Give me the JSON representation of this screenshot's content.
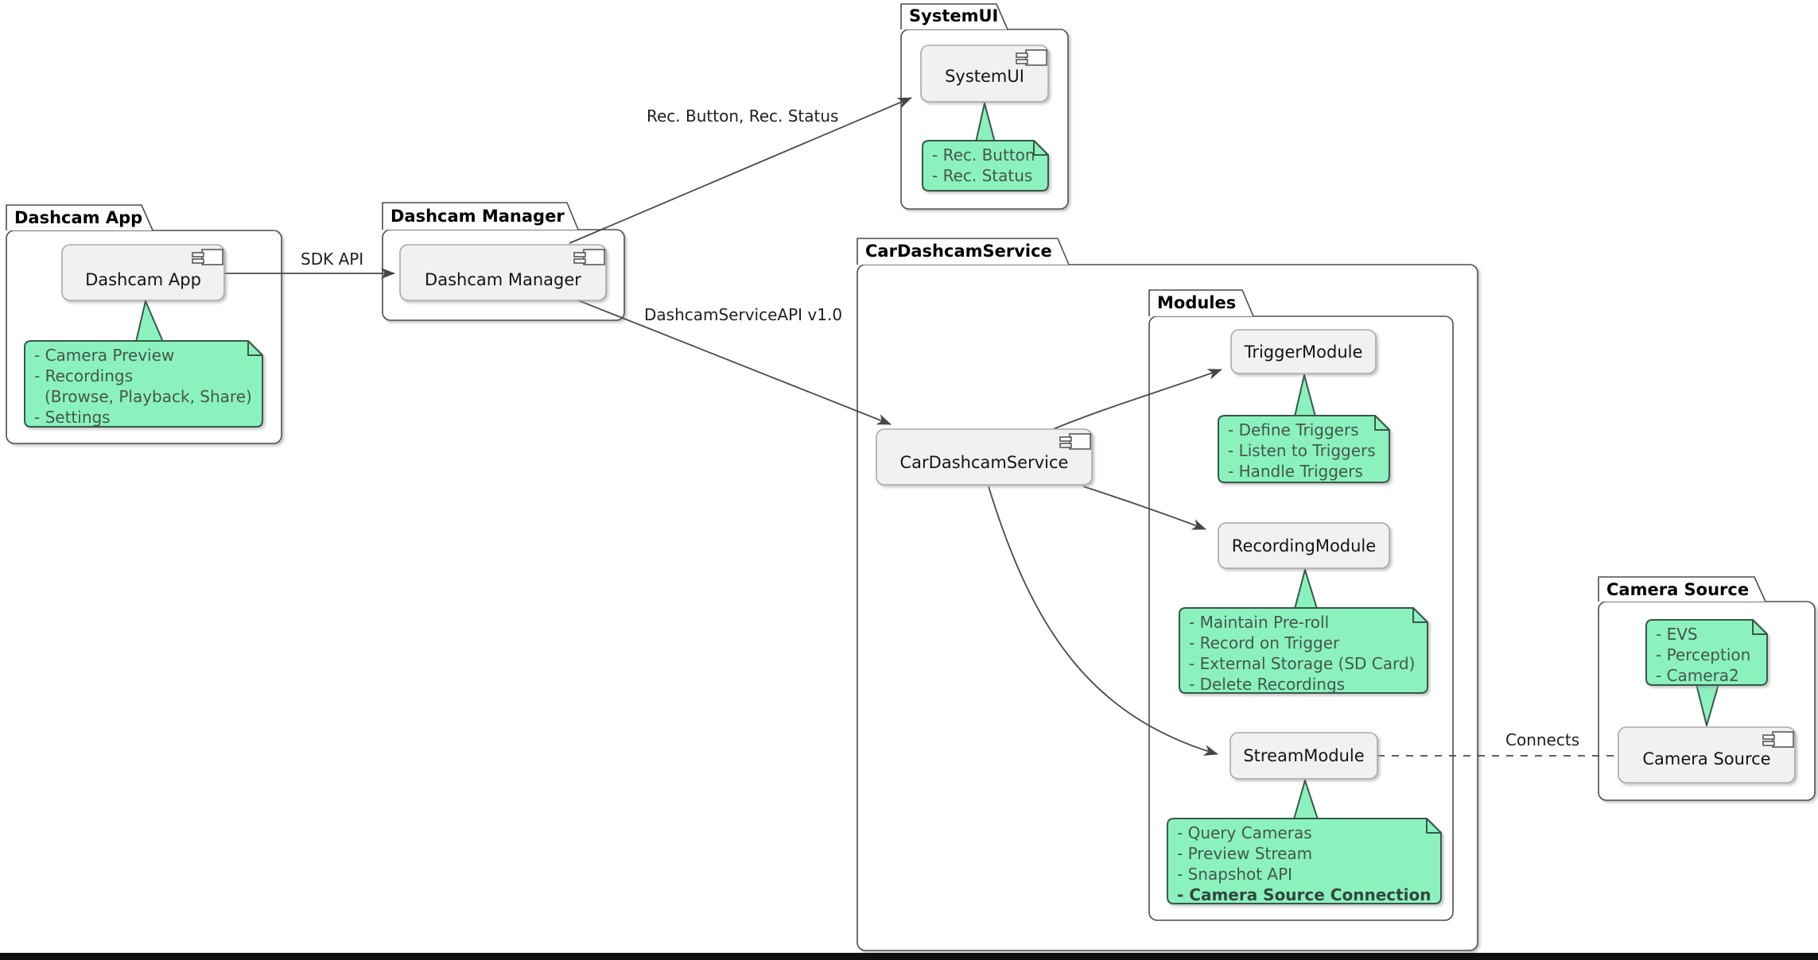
{
  "packages": {
    "dashcam_app": {
      "title": "Dashcam App"
    },
    "dashcam_manager": {
      "title": "Dashcam Manager"
    },
    "systemui": {
      "title": "SystemUI"
    },
    "car_dashcam_service": {
      "title": "CarDashcamService"
    },
    "modules": {
      "title": "Modules"
    },
    "camera_source": {
      "title": "Camera Source"
    }
  },
  "components": {
    "dashcam_app": {
      "label": "Dashcam App"
    },
    "dashcam_manager": {
      "label": "Dashcam Manager"
    },
    "systemui": {
      "label": "SystemUI"
    },
    "car_dashcam_service": {
      "label": "CarDashcamService"
    },
    "trigger_module": {
      "label": "TriggerModule"
    },
    "recording_module": {
      "label": "RecordingModule"
    },
    "stream_module": {
      "label": "StreamModule"
    },
    "camera_source": {
      "label": "Camera Source"
    }
  },
  "notes": {
    "dashcam_app": {
      "lines": [
        "- Camera Preview",
        "- Recordings",
        "(Browse, Playback, Share)",
        "- Settings"
      ]
    },
    "systemui": {
      "lines": [
        "- Rec. Button",
        "- Rec. Status"
      ]
    },
    "trigger_module": {
      "lines": [
        "- Define Triggers",
        "- Listen to Triggers",
        "- Handle Triggers"
      ]
    },
    "recording_module": {
      "lines": [
        "- Maintain Pre-roll",
        "- Record on Trigger",
        "- External Storage (SD Card)",
        "- Delete Recordings"
      ]
    },
    "stream_module": {
      "lines": [
        "- Query Cameras",
        "- Preview Stream",
        "- Snapshot API",
        "- Camera Source Connection"
      ]
    },
    "camera_source": {
      "lines": [
        "- EVS",
        "- Perception",
        "- Camera2"
      ]
    }
  },
  "edge_labels": {
    "sdk_api": {
      "label": "SDK API"
    },
    "rec_button_status": {
      "label": "Rec. Button, Rec. Status"
    },
    "dashcam_service_api": {
      "label": "DashcamServiceAPI v1.0"
    },
    "connects": {
      "label": "Connects"
    }
  },
  "colors": {
    "note_fill": "#8bf2be",
    "note_border": "#37584a",
    "component_fill": "#f1f1f1",
    "component_border": "#a9a9a9",
    "package_border": "#4d4d4d",
    "line": "#4a4a48",
    "bottom_bar": "#0f0f0f"
  }
}
